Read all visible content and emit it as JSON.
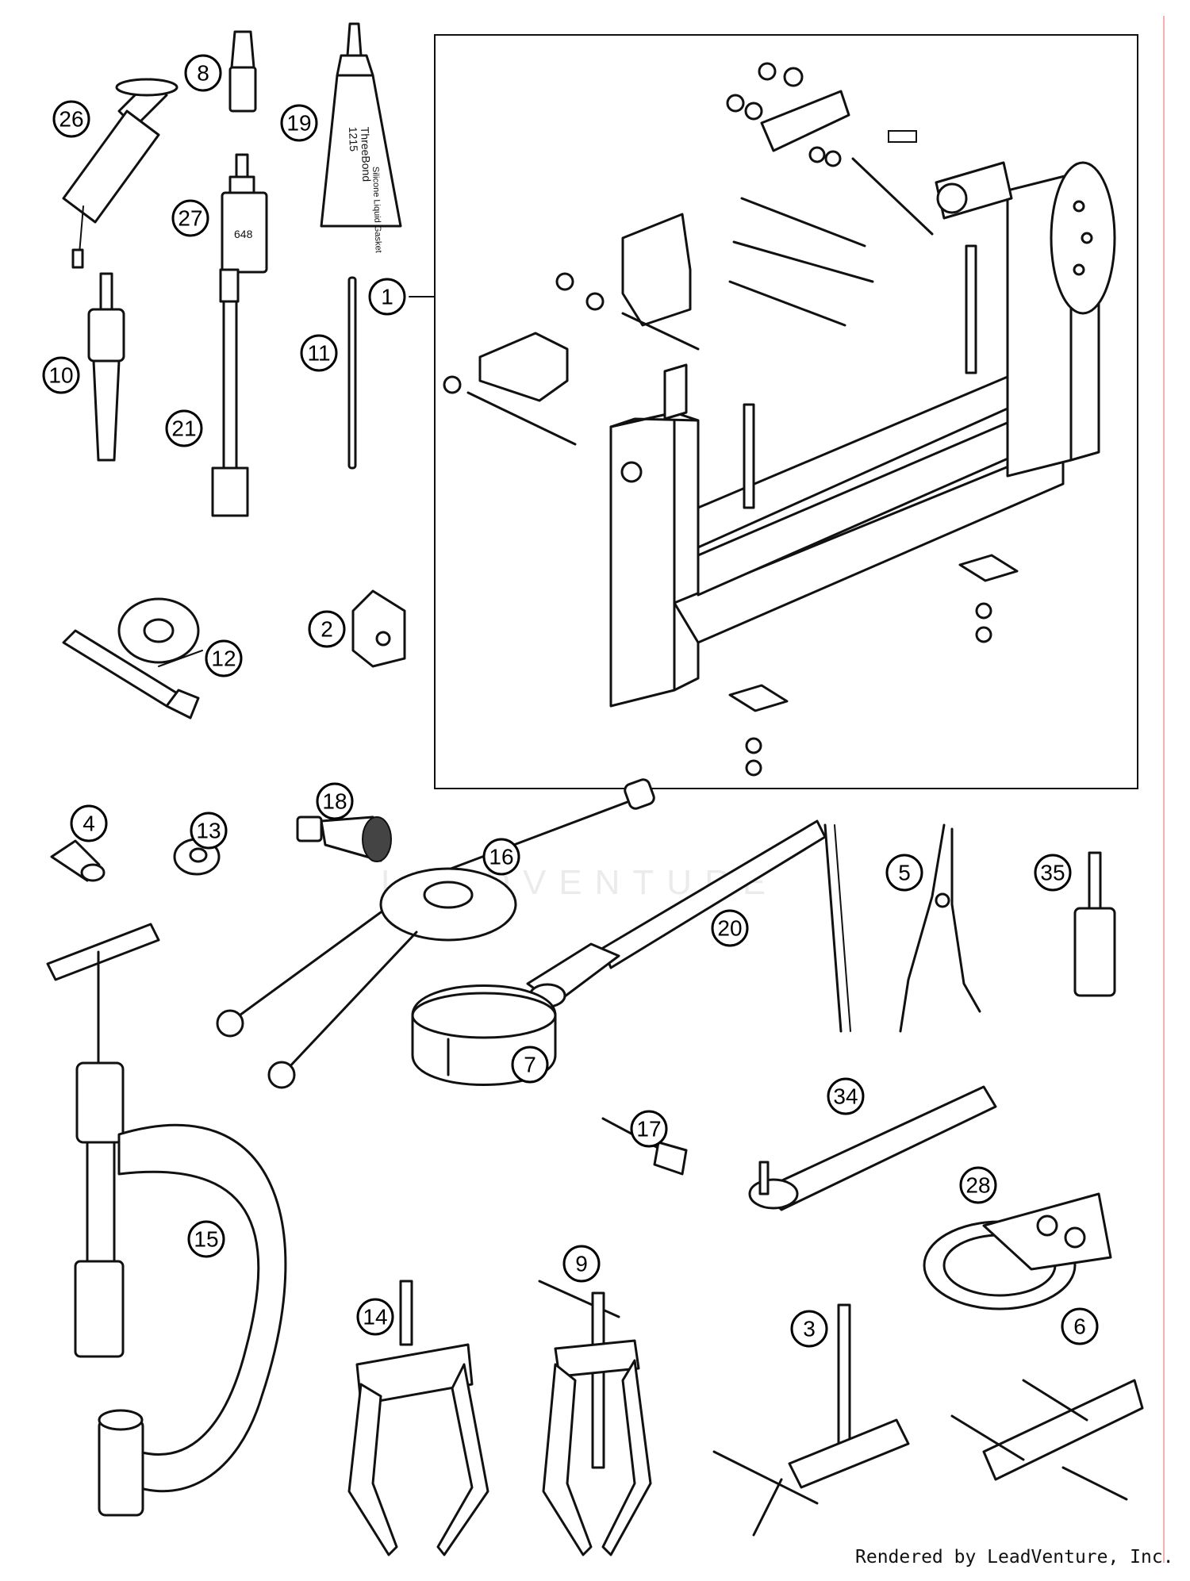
{
  "diagram": {
    "callouts": [
      "1",
      "2",
      "3",
      "4",
      "5",
      "6",
      "7",
      "8",
      "9",
      "10",
      "11",
      "12",
      "13",
      "14",
      "15",
      "16",
      "17",
      "18",
      "19",
      "20",
      "21",
      "26",
      "27",
      "28",
      "34",
      "35"
    ],
    "tube_19": {
      "line1": "ThreeBond",
      "line2": "1215",
      "line3": "Silicone Liquid Gasket"
    },
    "bottle_27": "648"
  },
  "watermark": "LEADVENTURE",
  "credit": "Rendered by LeadVenture, Inc."
}
